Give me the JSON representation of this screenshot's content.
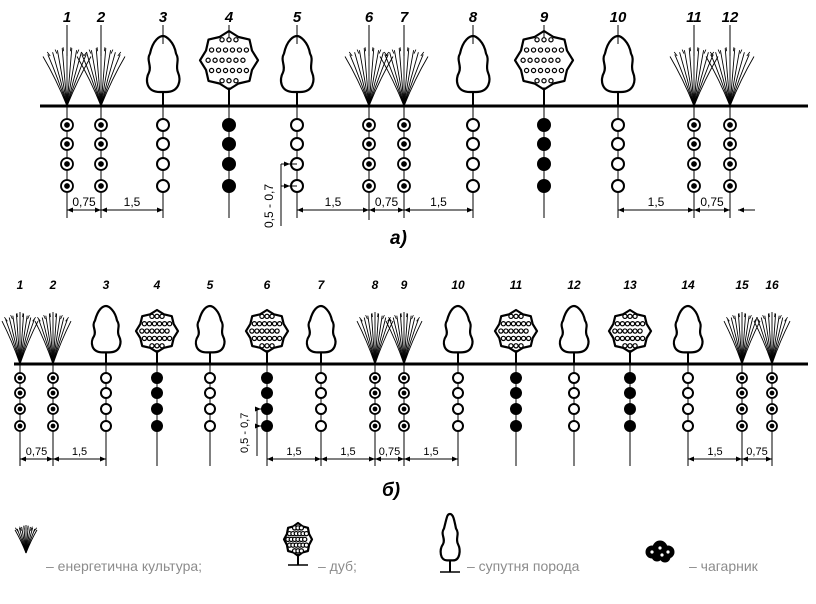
{
  "diagram_a": {
    "caption": "а)",
    "numbers": [
      "1",
      "2",
      "3",
      "4",
      "5",
      "6",
      "7",
      "8",
      "9",
      "10",
      "11",
      "12"
    ],
    "types": [
      "grass",
      "grass",
      "poplar",
      "oak",
      "poplar",
      "grass",
      "grass",
      "poplar",
      "oak",
      "poplar",
      "grass",
      "grass"
    ],
    "spacings": [
      "0,75",
      "1,5",
      "1,5",
      "0,75",
      "1,5",
      "1,5",
      "0,75"
    ],
    "row_spacing": "0,5 - 0,7"
  },
  "diagram_b": {
    "caption": "б)",
    "numbers": [
      "1",
      "2",
      "3",
      "4",
      "5",
      "6",
      "7",
      "8",
      "9",
      "10",
      "11",
      "12",
      "13",
      "14",
      "15",
      "16"
    ],
    "types": [
      "grass",
      "grass",
      "poplar",
      "oak",
      "poplar",
      "oak",
      "poplar",
      "grass",
      "grass",
      "poplar",
      "oak",
      "poplar",
      "oak",
      "poplar",
      "grass",
      "grass"
    ],
    "spacings": [
      "0,75",
      "1,5",
      "1,5",
      "1,5",
      "0,75",
      "1,5",
      "1,5",
      "0,75"
    ],
    "row_spacing": "0,5 - 0,7"
  },
  "legend": [
    {
      "icon": "energy-crop-icon",
      "label": "– енергетична культура;"
    },
    {
      "icon": "oak-icon",
      "label": "– дуб;"
    },
    {
      "icon": "companion-tree-icon",
      "label": "– супутня порода"
    },
    {
      "icon": "shrub-icon",
      "label": "– чагарник"
    }
  ],
  "colors": {
    "ink": "#000000",
    "legend_text": "#8c8c8c",
    "background": "#ffffff"
  }
}
